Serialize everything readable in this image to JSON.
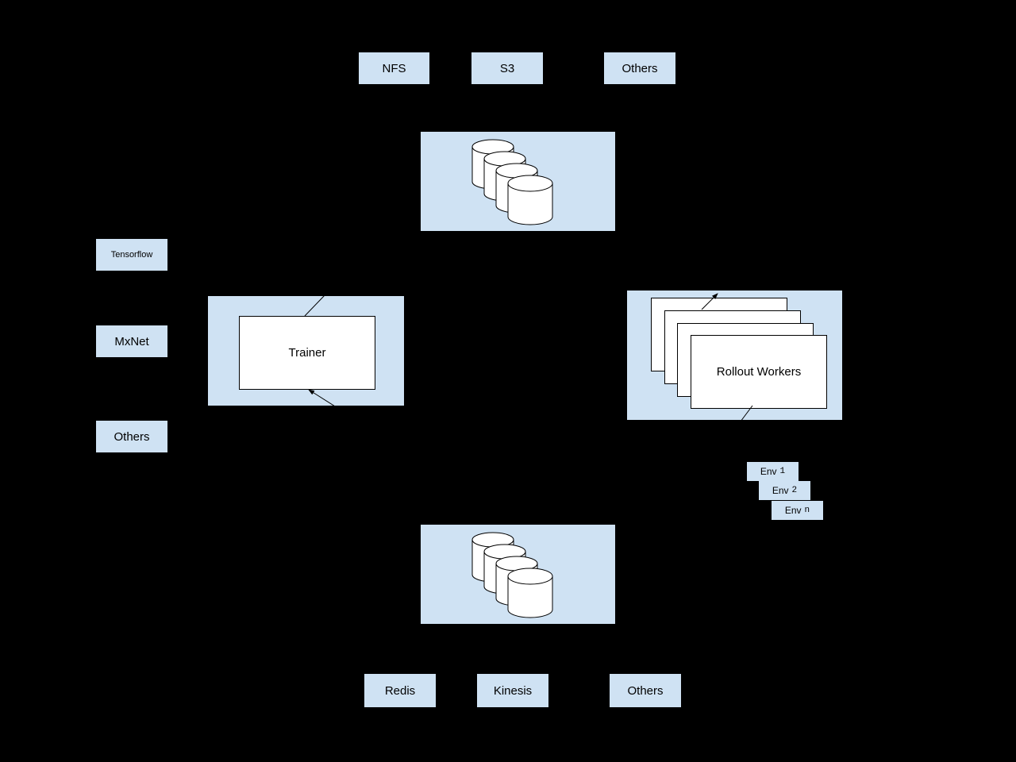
{
  "diagram": {
    "colors": {
      "background": "#000000",
      "node_fill": "#cfe2f3",
      "shape_fill": "#ffffff",
      "line": "#000000",
      "text": "#000000"
    },
    "top_row": {
      "nfs": "NFS",
      "s3": "S3",
      "others": "Others"
    },
    "frameworks": {
      "tensorflow": "Tensorflow",
      "mxnet": "MxNet",
      "others": "Others"
    },
    "trainer": {
      "label": "Trainer"
    },
    "rollout_workers": {
      "label": "Rollout Workers"
    },
    "envs": [
      {
        "prefix": "Env",
        "index": "1"
      },
      {
        "prefix": "Env",
        "index": "2"
      },
      {
        "prefix": "Env",
        "index": "n"
      }
    ],
    "bottom_row": {
      "redis": "Redis",
      "kinesis": "Kinesis",
      "others": "Others"
    },
    "storage_top": {
      "icon": "database-cylinders"
    },
    "storage_bottom": {
      "icon": "database-cylinders"
    }
  }
}
